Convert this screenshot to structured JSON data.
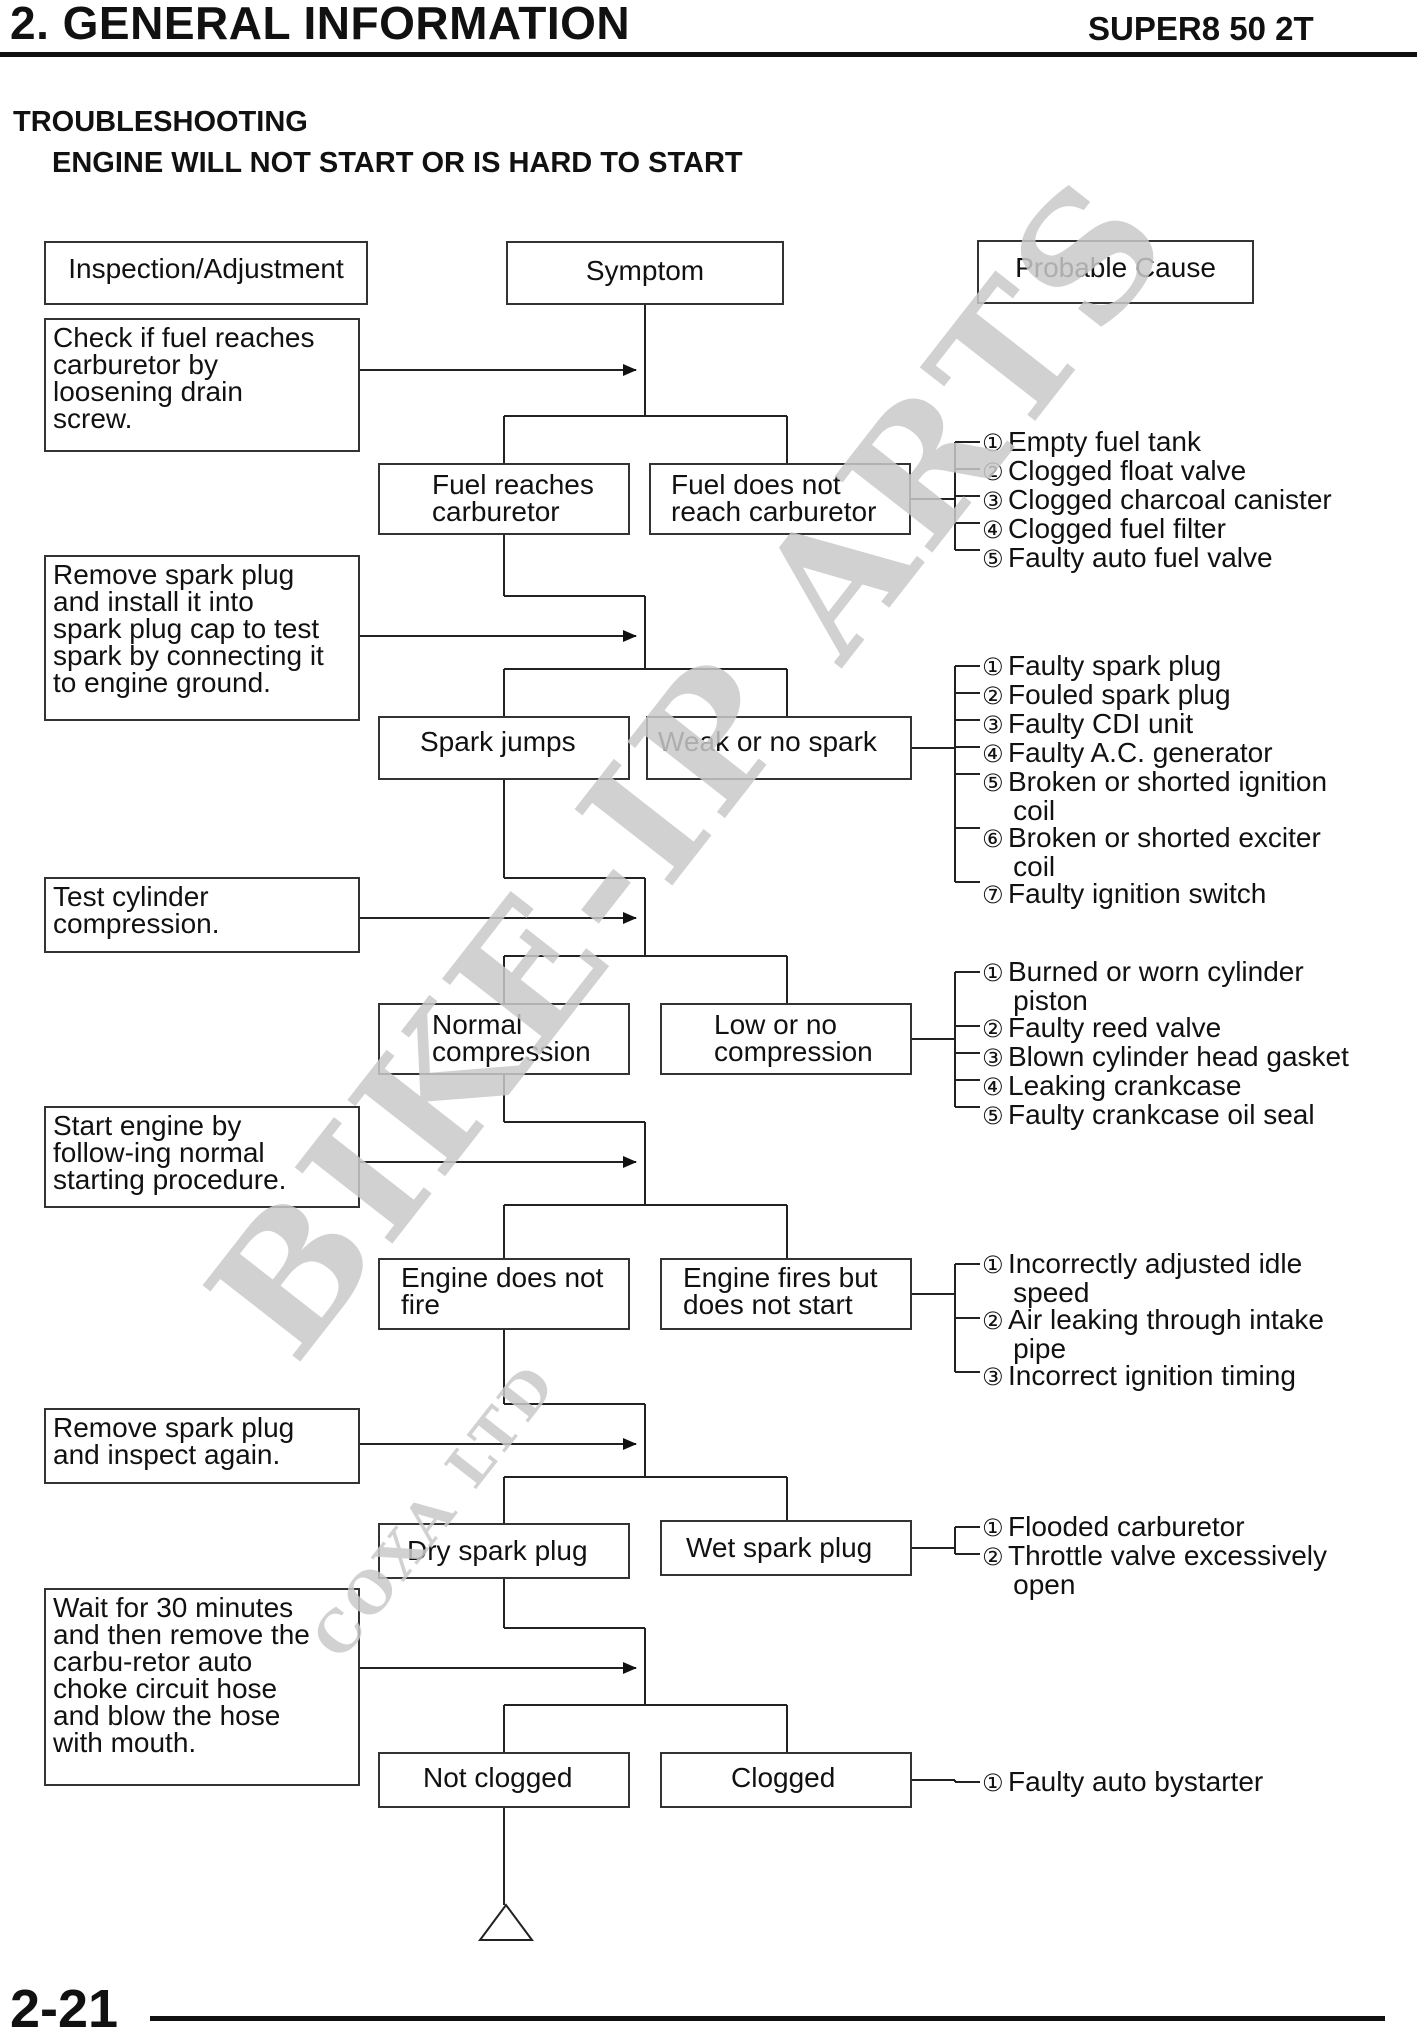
{
  "header": {
    "title": "2. GENERAL INFORMATION",
    "model": "SUPER8 50 2T"
  },
  "section": {
    "title": "TROUBLESHOOTING",
    "subtitle": "ENGINE WILL NOT START OR IS HARD TO START"
  },
  "columns": {
    "inspection": "Inspection/Adjustment",
    "symptom": "Symptom",
    "cause": "Probable Cause"
  },
  "steps": [
    {
      "inspection": "Check if fuel reaches\ncarburetor by\nloosening drain\nscrew.",
      "ok": "Fuel reaches\ncarburetor",
      "fault": "Fuel does not\nreach carburetor",
      "causes": [
        "Empty fuel tank",
        "Clogged float valve",
        "Clogged charcoal canister",
        "Clogged fuel filter",
        "Faulty auto fuel valve"
      ]
    },
    {
      "inspection": "Remove spark plug\nand install it into\nspark plug cap to test\nspark by connecting it\nto engine ground.",
      "ok": "Spark jumps",
      "fault": "Weak or no spark",
      "causes": [
        "Faulty spark plug",
        "Fouled spark plug",
        "Faulty CDI unit",
        "Faulty A.C. generator",
        "Broken or shorted ignition\ncoil",
        "Broken or shorted exciter\ncoil",
        "Faulty ignition switch"
      ]
    },
    {
      "inspection": "Test cylinder\ncompression.",
      "ok": "Normal\ncompression",
      "fault": "Low or no\ncompression",
      "causes": [
        "Burned or worn cylinder\npiston",
        "Faulty reed valve",
        "Blown cylinder head gasket",
        "Leaking crankcase",
        "Faulty crankcase oil seal"
      ]
    },
    {
      "inspection": "Start engine by\nfollow-ing normal\nstarting procedure.",
      "ok": "Engine does not\nfire",
      "fault": "Engine fires but\ndoes not start",
      "causes": [
        "Incorrectly adjusted idle\nspeed",
        "Air leaking through intake\npipe",
        "Incorrect ignition timing"
      ]
    },
    {
      "inspection": "Remove spark plug\nand inspect again.",
      "ok": "Dry spark plug",
      "fault": "Wet spark plug",
      "causes": [
        "Flooded carburetor",
        "Throttle valve excessively\nopen"
      ]
    },
    {
      "inspection": "Wait for 30 minutes\nand then remove the\ncarbu-retor auto\nchoke circuit hose\nand blow the hose\nwith mouth.",
      "ok": "Not clogged",
      "fault": "Clogged",
      "causes": [
        "Faulty auto bystarter"
      ]
    }
  ],
  "cause_markers": [
    "①",
    "②",
    "③",
    "④",
    "⑤",
    "⑥",
    "⑦"
  ],
  "watermark": {
    "main": "BIKE-IP ARTS",
    "sub": "COXA LTD"
  },
  "footer": {
    "page": "2-21"
  }
}
